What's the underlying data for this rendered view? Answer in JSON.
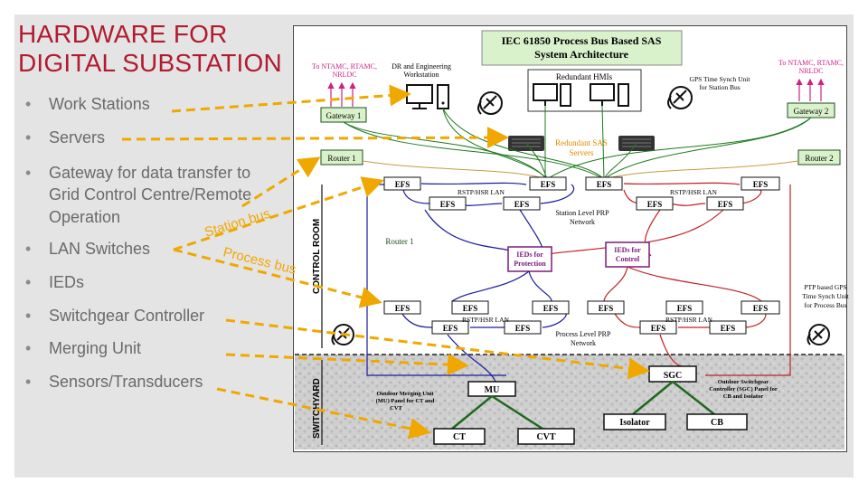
{
  "slide": {
    "title_line1": "HARDWARE FOR",
    "title_line2": "DIGITAL SUBSTATION",
    "bullets": [
      "Work Stations",
      "Servers",
      "Gateway for data transfer to",
      "Grid Control Centre/Remote",
      "Operation",
      "LAN Switches",
      "IEDs",
      "Switchgear Controller",
      "Merging Unit",
      "Sensors/Transducers"
    ],
    "bullet_glyph": "•",
    "station_bus_label": "Station bus",
    "process_bus_label": "Process bus"
  },
  "diagram": {
    "title_line1": "IEC 61850 Process Bus Based SAS",
    "title_line2": "System Architecture",
    "ntamc_left": [
      "To NTAMC, RTAMC,",
      "NRLDC"
    ],
    "ntamc_right": [
      "To NTAMC, RTAMC,",
      "NRLDC"
    ],
    "dr_workstation": [
      "DR and Engineering",
      "Workstation"
    ],
    "redundant_hmis": "Redundant HMIs",
    "gps_station": [
      "GPS Time Synch Unit",
      "for Station Bus"
    ],
    "gateway1": "Gateway 1",
    "gateway2": "Gateway 2",
    "redundant_servers": [
      "Redundant SAS",
      "Servers"
    ],
    "router1": "Router 1",
    "router2": "Router 2",
    "router1_inner": "Router 1",
    "efs": "EFS",
    "rstp_lan": "RSTP/HSR LAN",
    "station_prp": [
      "Station Level PRP",
      "Network"
    ],
    "ieds_protection": [
      "IEDs for",
      "Protection"
    ],
    "ieds_control": [
      "IEDs for",
      "Control"
    ],
    "control_room": "CONTROL ROOM",
    "switchyard": "SWITCHYARD",
    "ptp_gps": [
      "PTP based GPS",
      "Time Synch Unit",
      "for Process Bus"
    ],
    "process_prp": [
      "Process Level PRP",
      "Network"
    ],
    "mu": "MU",
    "mu_panel": [
      "Outdoor Merging Unit",
      "(MU) Panel for CT and",
      "CVT"
    ],
    "sgc": "SGC",
    "sgc_panel": [
      "Outdoor Switchgear",
      "Controller (SGC) Panel for",
      "CB and Isolator"
    ],
    "ct": "CT",
    "cvt": "CVT",
    "isolator": "Isolator",
    "cb": "CB"
  },
  "colors": {
    "title_red": "#b01c2e",
    "arrow_orange": "#f0a800",
    "lan_blue": "#1a1aa0",
    "lan_red": "#c42020",
    "green_link": "#1d7a1d",
    "pink_arrow": "#d02080",
    "box_fill": "#d9f2cc"
  }
}
